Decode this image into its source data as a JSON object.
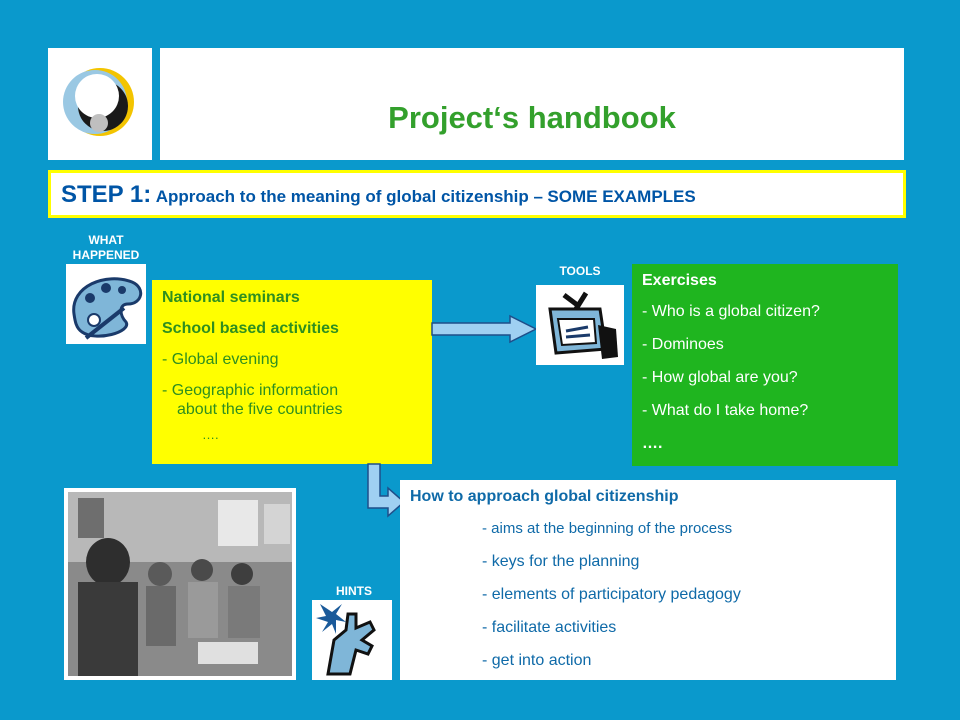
{
  "header": {
    "title": "Project‘s handbook"
  },
  "step": {
    "number": "STEP 1:",
    "text": "Approach to the meaning of global citizenship –",
    "highlight": "SOME EXAMPLES"
  },
  "labels": {
    "what_happened_1": "WHAT",
    "what_happened_2": "HAPPENED",
    "tools": "TOOLS",
    "hints": "HINTS"
  },
  "what_happened": {
    "items": [
      "National seminars",
      "School based activities",
      "- Global evening",
      "- Geographic information",
      "about the five countries",
      "…."
    ]
  },
  "exercises": {
    "title": "Exercises",
    "items": [
      "- Who is a global citizen?",
      "- Dominoes",
      "- How global are you?",
      "- What do I take home?",
      "…."
    ]
  },
  "hints": {
    "title": "How to approach global citizenship",
    "items": [
      "- aims at the beginning of the process",
      "- keys for the planning",
      "- elements of participatory pedagogy",
      "- facilitate activities",
      "- get into action"
    ]
  },
  "colors": {
    "background": "#0a99cc",
    "title_green": "#33a02c",
    "step_blue": "#0055a6",
    "yellow": "#ffff00",
    "green": "#1fb51f"
  },
  "icons": [
    "logo-icon",
    "palette-icon",
    "toolbox-icon",
    "hand-icon",
    "arrow-right-icon",
    "arrow-down-icon"
  ]
}
